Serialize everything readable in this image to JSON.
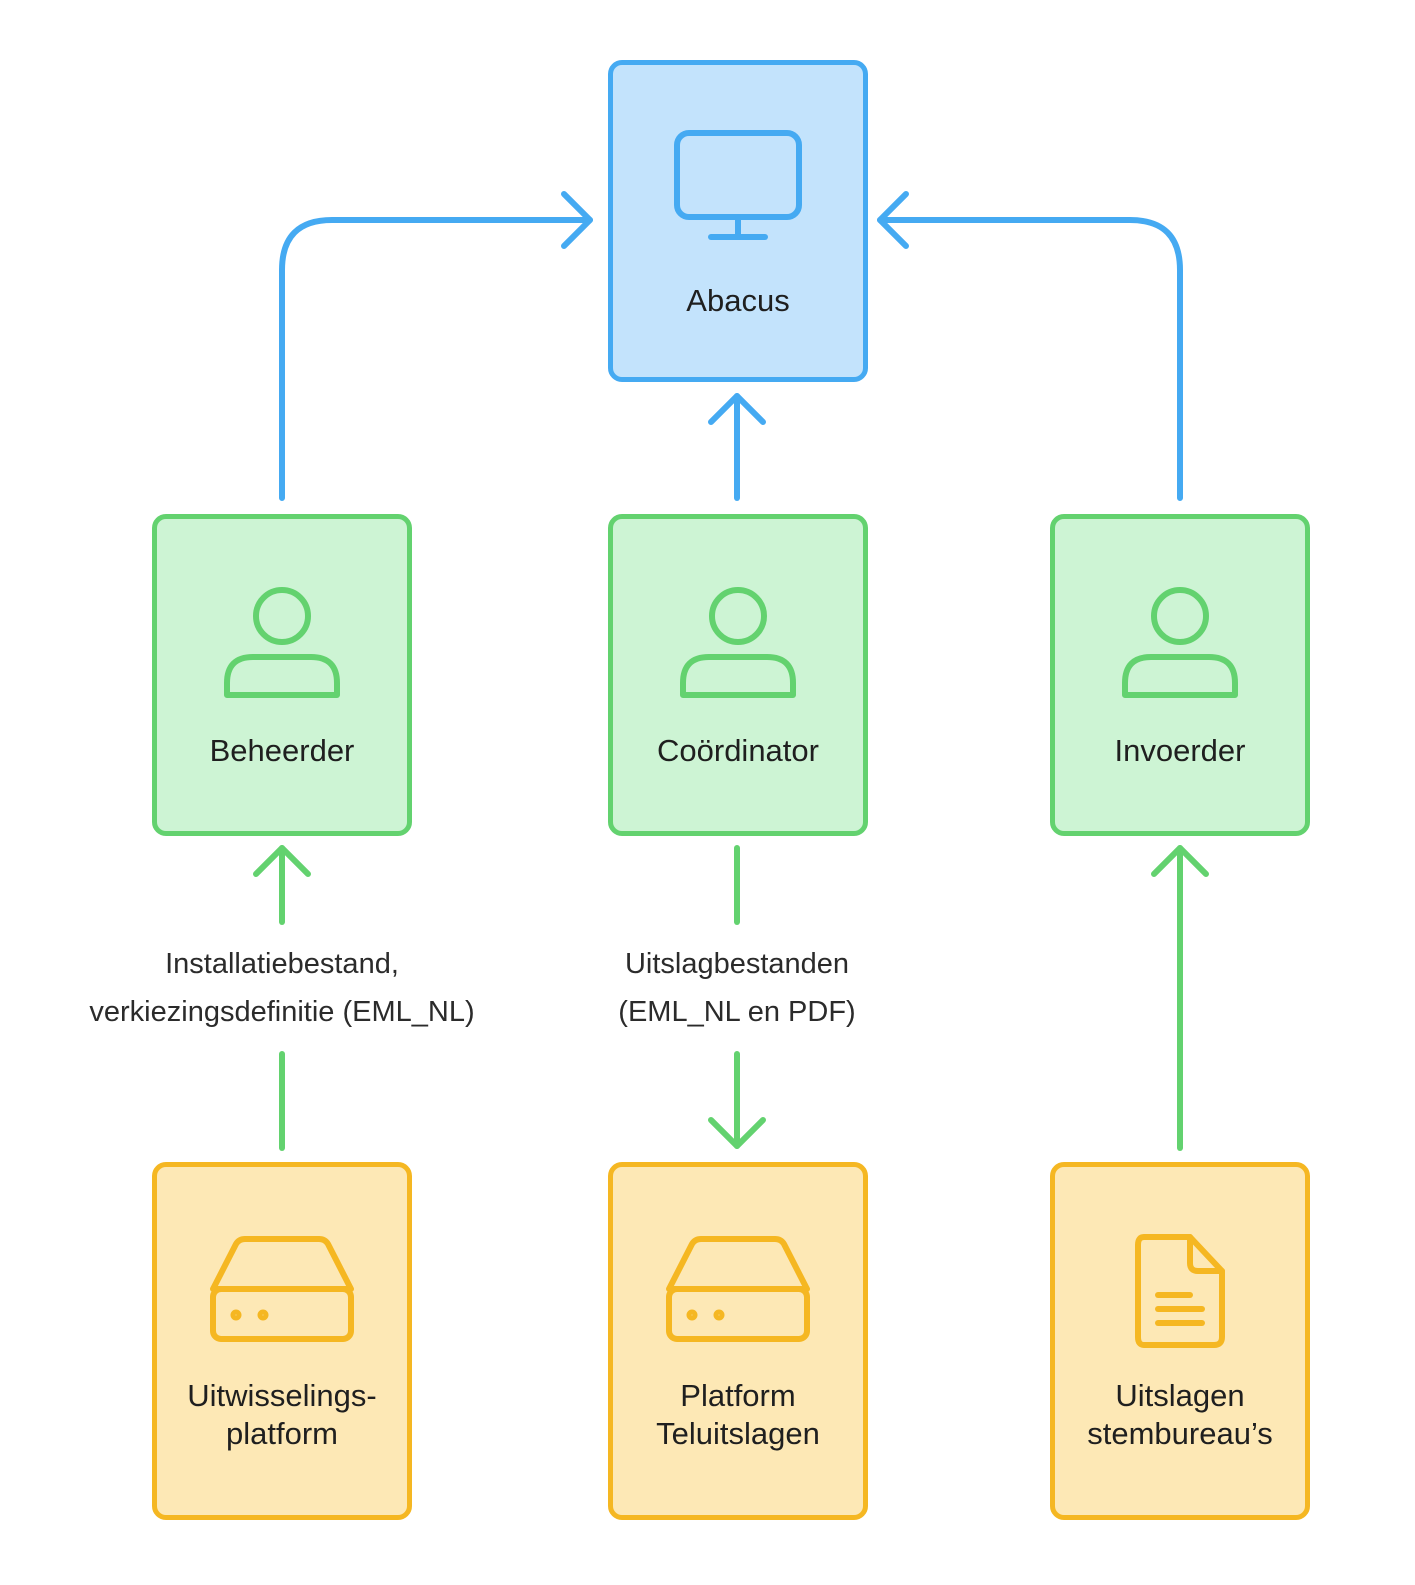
{
  "nodes": {
    "abacus": {
      "label": "Abacus",
      "icon": "monitor-icon",
      "color": "#45aaf2"
    },
    "beheerder": {
      "label": "Beheerder",
      "icon": "user-icon",
      "color": "#63d26f"
    },
    "coordinator": {
      "label": "Coördinator",
      "icon": "user-icon",
      "color": "#63d26f"
    },
    "invoerder": {
      "label": "Invoerder",
      "icon": "user-icon",
      "color": "#63d26f"
    },
    "uitwisselingsplatform": {
      "label": "Uitwisselings-\nplatform",
      "icon": "server-icon",
      "color": "#f5b722"
    },
    "platform_teluitslagen": {
      "label": "Platform\nTeluitslagen",
      "icon": "server-icon",
      "color": "#f5b722"
    },
    "uitslagen_stembureaus": {
      "label": "Uitslagen\nstembureau’s",
      "icon": "document-icon",
      "color": "#f5b722"
    }
  },
  "edges": {
    "installatie_label": "Installatiebestand,\nverkiezingsdefinitie (EML_NL)",
    "uitslag_label": "Uitslagbestanden\n(EML_NL en PDF)"
  },
  "colors": {
    "blue_stroke": "#45aaf2",
    "blue_fill": "#c3e3fc",
    "green_stroke": "#63d26f",
    "green_fill": "#cdf4d4",
    "yellow_stroke": "#f5b722",
    "yellow_fill": "#fde8b5"
  }
}
